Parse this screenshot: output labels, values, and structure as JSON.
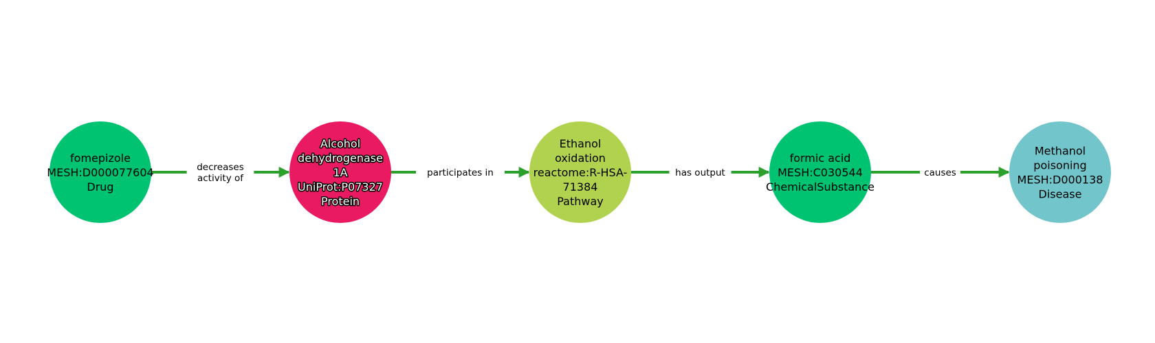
{
  "diagram": {
    "type": "knowledge-graph-path",
    "edge_color": "#2ca02c",
    "nodes": [
      {
        "id": "n1",
        "lines": [
          "fomepizole",
          "MESH:D000077604",
          "Drug"
        ],
        "name": "fomepizole",
        "identifier": "MESH:D000077604",
        "category": "Drug",
        "color": "#00c372",
        "text_style": "plain"
      },
      {
        "id": "n2",
        "lines": [
          "Alcohol",
          "dehydrogenase",
          "1A",
          "UniProt:P07327",
          "Protein"
        ],
        "name": "Alcohol dehydrogenase 1A",
        "identifier": "UniProt:P07327",
        "category": "Protein",
        "color": "#e91a62",
        "text_style": "outlined"
      },
      {
        "id": "n3",
        "lines": [
          "Ethanol",
          "oxidation",
          "reactome:R-HSA-",
          "71384",
          "Pathway"
        ],
        "name": "Ethanol oxidation",
        "identifier": "reactome:R-HSA-71384",
        "category": "Pathway",
        "color": "#b1d24e",
        "text_style": "plain"
      },
      {
        "id": "n4",
        "lines": [
          "formic acid",
          "MESH:C030544",
          "ChemicalSubstance"
        ],
        "name": "formic acid",
        "identifier": "MESH:C030544",
        "category": "ChemicalSubstance",
        "color": "#00c372",
        "text_style": "plain"
      },
      {
        "id": "n5",
        "lines": [
          "Methanol",
          "poisoning",
          "MESH:D000138",
          "Disease"
        ],
        "name": "Methanol poisoning",
        "identifier": "MESH:D000138",
        "category": "Disease",
        "color": "#72c5ca",
        "text_style": "plain"
      }
    ],
    "edges": [
      {
        "source": "n1",
        "target": "n2",
        "lines": [
          "decreases",
          "activity of"
        ],
        "label": "decreases activity of"
      },
      {
        "source": "n2",
        "target": "n3",
        "lines": [
          "participates in"
        ],
        "label": "participates in"
      },
      {
        "source": "n3",
        "target": "n4",
        "lines": [
          "has output"
        ],
        "label": "has output"
      },
      {
        "source": "n4",
        "target": "n5",
        "lines": [
          "causes"
        ],
        "label": "causes"
      }
    ]
  }
}
